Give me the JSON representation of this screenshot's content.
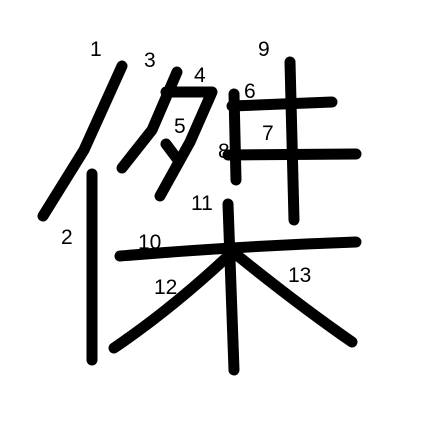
{
  "colors": {
    "background": "#ffffff",
    "ink": "#000000"
  },
  "character": "傑",
  "stroke_numbers": [
    "1",
    "2",
    "3",
    "4",
    "5",
    "6",
    "7",
    "8",
    "9",
    "10",
    "11",
    "12",
    "13"
  ]
}
